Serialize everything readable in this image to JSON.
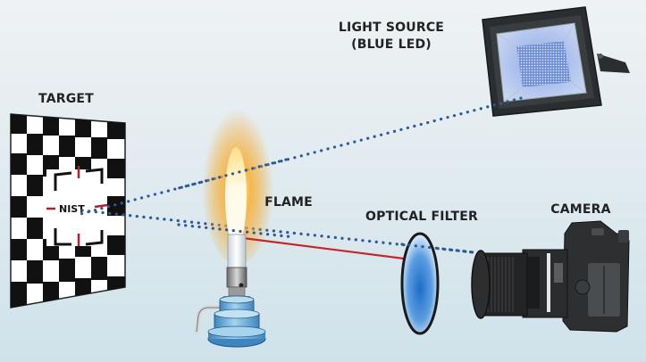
{
  "diagram": {
    "labels": {
      "target": "TARGET",
      "light_source_line1": "LIGHT SOURCE",
      "light_source_line2": "(BLUE LED)",
      "flame": "FLAME",
      "optical_filter": "OPTICAL FILTER",
      "camera": "CAMERA"
    },
    "target_logo_text": "NIST",
    "colors": {
      "background": "#dfeaef",
      "dotted_path": "#2d5a96",
      "laser_line": "#c0282a",
      "flame_outer": "#f5a623",
      "flame_core": "#ffffff",
      "filter_blue": "#2f7dd6",
      "burner_blue": "#5aa8d6"
    }
  }
}
